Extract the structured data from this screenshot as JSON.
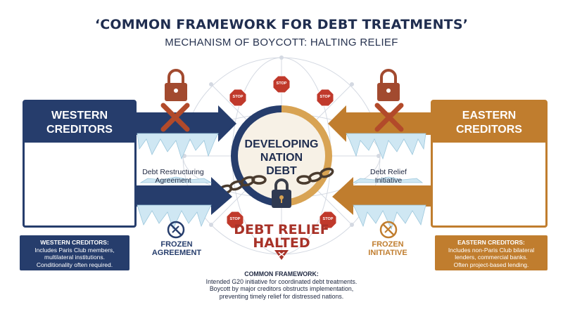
{
  "header": {
    "title": "‘COMMON FRAMEWORK FOR DEBT TREATMENTS’",
    "subtitle": "MECHANISM OF BOYCOTT: HALTING RELIEF"
  },
  "west": {
    "panel_title_line1": "WESTERN",
    "panel_title_line2": "CREDITORS",
    "info_heading": "WESTERN CREDITORS:",
    "info_line1": "Includes Paris Club members,",
    "info_line2": "multilateral institutions.",
    "info_line3": "Conditionality often required.",
    "color": "#263d6c"
  },
  "east": {
    "panel_title_line1": "EASTERN",
    "panel_title_line2": "CREDITORS",
    "info_heading": "EASTERN CREDITORS:",
    "info_line1": "Includes non-Paris Club bilateral",
    "info_line2": "lenders, commercial banks.",
    "info_line3": "Often project-based lending.",
    "color": "#c07d2e"
  },
  "center": {
    "line1": "DEVELOPING",
    "line2": "NATION",
    "line3": "DEBT",
    "halted_line1": "DEBT RELIEF",
    "halted_line2": "HALTED",
    "alert_color": "#a83228"
  },
  "labels": {
    "left_arrow_label_line1": "Debt Restructuring",
    "left_arrow_label_line2": "Agreement",
    "right_arrow_label_line1": "Debt Relief",
    "right_arrow_label_line2": "Initiative",
    "frozen_left_line1": "FROZEN",
    "frozen_left_line2": "AGREEMENT",
    "frozen_right_line1": "FROZEN",
    "frozen_right_line2": "INITIATIVE",
    "stop": "STOP"
  },
  "common_framework": {
    "heading": "COMMON FRAMEWORK:",
    "line1": "Intended G20 initiative for coordinated debt treatments.",
    "line2": "Boycott by major creditors obstructs implementation,",
    "line3": "preventing timely relief for distressed nations."
  },
  "icons": [
    "lock-icon",
    "x-mark-icon",
    "bank-icon",
    "currency-icon",
    "handshake-icon",
    "pagoda-icon",
    "yuan-icon",
    "scroll-hands-icon",
    "no-pen-icon",
    "stop-sign-icon",
    "chain-icon",
    "globe-icon"
  ]
}
